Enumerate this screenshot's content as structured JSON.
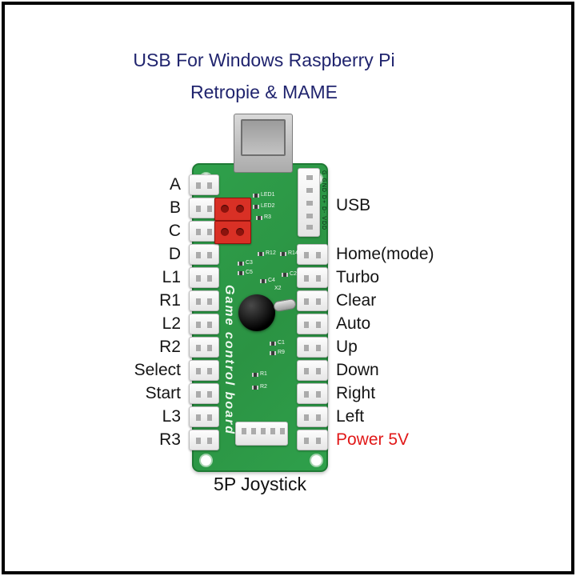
{
  "title": {
    "line1": "USB For Windows Raspberry Pi",
    "line2": "Retropie & MAME"
  },
  "left_labels": [
    "A",
    "B",
    "C",
    "D",
    "L1",
    "R1",
    "L2",
    "R2",
    "Select",
    "Start",
    "L3",
    "R3"
  ],
  "right_labels": [
    "USB",
    "Home(mode)",
    "Turbo",
    "Clear",
    "Auto",
    "Up",
    "Down",
    "Right",
    "Left",
    "Power 5V"
  ],
  "bottom_label": "5P Joystick",
  "board": {
    "name": "Game control board",
    "usb_pin_text": "G GND D+ D- VDD",
    "components": {
      "led1": "LED1",
      "led2": "LED2",
      "r3": "R3",
      "r12": "R12",
      "r14": "R14",
      "c3": "C3",
      "c5": "C5",
      "c4": "C4",
      "c2": "C2",
      "x2": "X2",
      "c1": "C1",
      "r9": "R9",
      "r1": "R1",
      "r2": "R2"
    }
  },
  "colors": {
    "pcb_green": "#2fa04b",
    "power_label_red": "#e11818",
    "title_navy": "#20246e",
    "red_connector": "#d93025"
  }
}
